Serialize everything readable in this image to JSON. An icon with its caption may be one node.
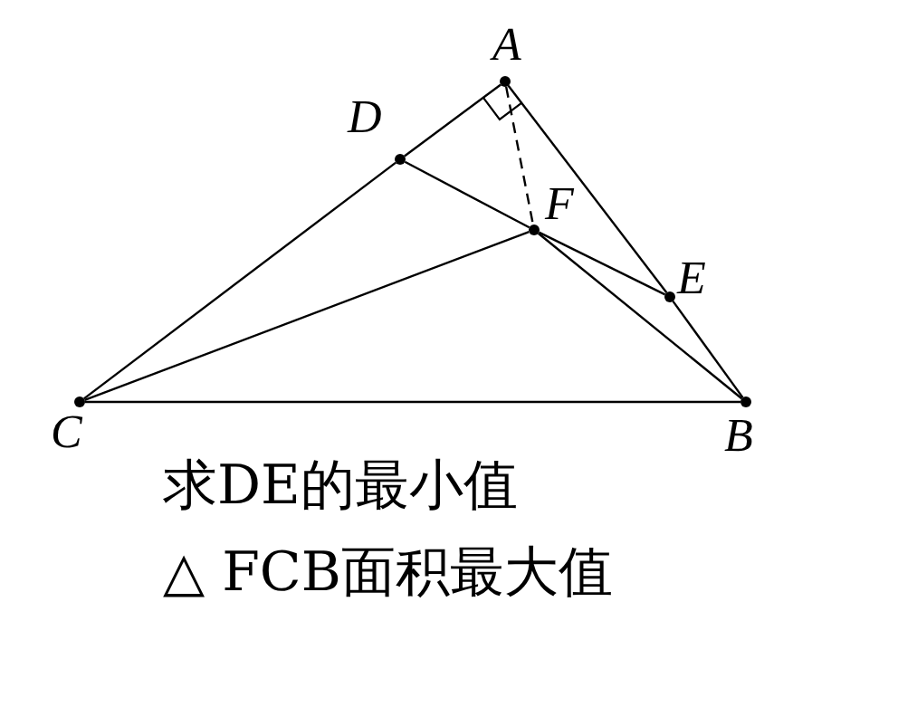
{
  "diagram": {
    "nodes": [
      {
        "text": [],
        "shape": "circle",
        "beside": [
          "A"
        ]
      },
      {
        "text": [],
        "shape": "circle",
        "beside": [
          "D"
        ]
      },
      {
        "text": [],
        "shape": "circle",
        "beside": [
          "F"
        ]
      },
      {
        "text": [],
        "shape": "circle",
        "beside": [
          "E"
        ]
      },
      {
        "text": [],
        "shape": "circle",
        "beside": [
          "C"
        ]
      },
      {
        "text": [],
        "shape": "circle",
        "beside": [
          "B"
        ]
      }
    ],
    "edges": [
      {
        "from": 0,
        "to": 1,
        "arrow": "none"
      },
      {
        "from": 1,
        "to": 4,
        "arrow": "none"
      },
      {
        "from": 0,
        "to": 3,
        "arrow": "none"
      },
      {
        "from": 3,
        "to": 5,
        "arrow": "none"
      },
      {
        "from": 4,
        "to": 5,
        "arrow": "none"
      },
      {
        "from": 1,
        "to": 2,
        "arrow": "none"
      },
      {
        "from": 2,
        "to": 3,
        "arrow": "none"
      },
      {
        "from": 4,
        "to": 2,
        "arrow": "none"
      },
      {
        "from": 2,
        "to": 5,
        "arrow": "none"
      },
      {
        "from": 0,
        "to": 2,
        "arrow": "none",
        "style": "dashed"
      }
    ],
    "labels": [
      "求DE的最小值",
      "△ FCB面积最大值"
    ]
  }
}
